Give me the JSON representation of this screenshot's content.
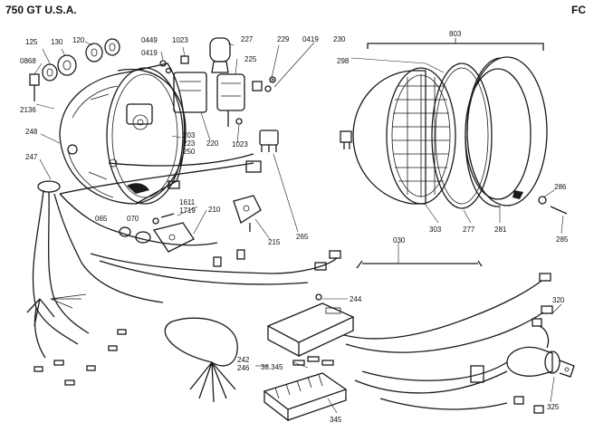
{
  "header": {
    "title": "750 GT U.S.A.",
    "code": "FC"
  },
  "colors": {
    "ink": "#1a1a1a",
    "paper": "#ffffff"
  },
  "labels": [
    {
      "id": "l125",
      "text": "125"
    },
    {
      "id": "l130",
      "text": "130"
    },
    {
      "id": "l120",
      "text": "120"
    },
    {
      "id": "l0868",
      "text": "0868"
    },
    {
      "id": "l2136",
      "text": "2136"
    },
    {
      "id": "l248",
      "text": "248"
    },
    {
      "id": "l247",
      "text": "247"
    },
    {
      "id": "l0449",
      "text": "0449"
    },
    {
      "id": "l0419a",
      "text": "0419"
    },
    {
      "id": "l1023a",
      "text": "1023"
    },
    {
      "id": "l227",
      "text": "227"
    },
    {
      "id": "l225",
      "text": "225"
    },
    {
      "id": "l229",
      "text": "229"
    },
    {
      "id": "l0419b",
      "text": "0419"
    },
    {
      "id": "l230",
      "text": "230"
    },
    {
      "id": "l203",
      "text": "203"
    },
    {
      "id": "l223",
      "text": "223"
    },
    {
      "id": "l250",
      "text": "250"
    },
    {
      "id": "l220",
      "text": "220"
    },
    {
      "id": "l1023b",
      "text": "1023"
    },
    {
      "id": "l1611",
      "text": "1611"
    },
    {
      "id": "l1719",
      "text": "1719"
    },
    {
      "id": "l210",
      "text": "210"
    },
    {
      "id": "l065",
      "text": "065"
    },
    {
      "id": "l070",
      "text": "070"
    },
    {
      "id": "l215",
      "text": "215"
    },
    {
      "id": "l265",
      "text": "265"
    },
    {
      "id": "l803",
      "text": "803"
    },
    {
      "id": "l298",
      "text": "298"
    },
    {
      "id": "l286",
      "text": "286"
    },
    {
      "id": "l303",
      "text": "303"
    },
    {
      "id": "l277",
      "text": "277"
    },
    {
      "id": "l281",
      "text": "281"
    },
    {
      "id": "l285",
      "text": "285"
    },
    {
      "id": "l030",
      "text": "030"
    },
    {
      "id": "l244",
      "text": "244"
    },
    {
      "id": "l320",
      "text": "320"
    },
    {
      "id": "l242",
      "text": "242"
    },
    {
      "id": "l246",
      "text": "246"
    },
    {
      "id": "l38345",
      "text": "38.345"
    },
    {
      "id": "l345",
      "text": "345"
    },
    {
      "id": "l325",
      "text": "325"
    }
  ]
}
